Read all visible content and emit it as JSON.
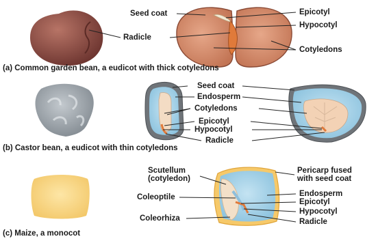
{
  "panels": {
    "a": {
      "caption": "(a) Common garden bean, a eudicot with thick cotyledons",
      "labels": {
        "seed_coat": "Seed coat",
        "radicle": "Radicle",
        "epicotyl": "Epicotyl",
        "hypocotyl": "Hypocotyl",
        "cotyledons": "Cotyledons"
      }
    },
    "b": {
      "caption": "(b) Castor bean, a eudicot with thin cotyledons",
      "labels": {
        "seed_coat": "Seed coat",
        "endosperm": "Endosperm",
        "cotyledons": "Cotyledons",
        "epicotyl": "Epicotyl",
        "hypocotyl": "Hypocotyl",
        "radicle": "Radicle"
      }
    },
    "c": {
      "caption": "(c) Maize, a monocot",
      "labels": {
        "scutellum": "Scutellum\n(cotyledon)",
        "coleoptile": "Coleoptile",
        "coleorhiza": "Coleorhiza",
        "pericarp": "Pericarp fused\nwith seed coat",
        "endosperm": "Endosperm",
        "epicotyl": "Epicotyl",
        "hypocotyl": "Hypocotyl",
        "radicle": "Radicle"
      }
    }
  },
  "colors": {
    "bean_whole": "#8e5046",
    "bean_half": "#d48a6c",
    "castor_whole": "#a7aeb4",
    "castor_endosperm": "#a9d3e8",
    "castor_cotyledon": "#f1d2b5",
    "maize_whole": "#f7d98a",
    "maize_endosperm": "#a9d3e8",
    "maize_pericarp": "#f6cf7a"
  }
}
